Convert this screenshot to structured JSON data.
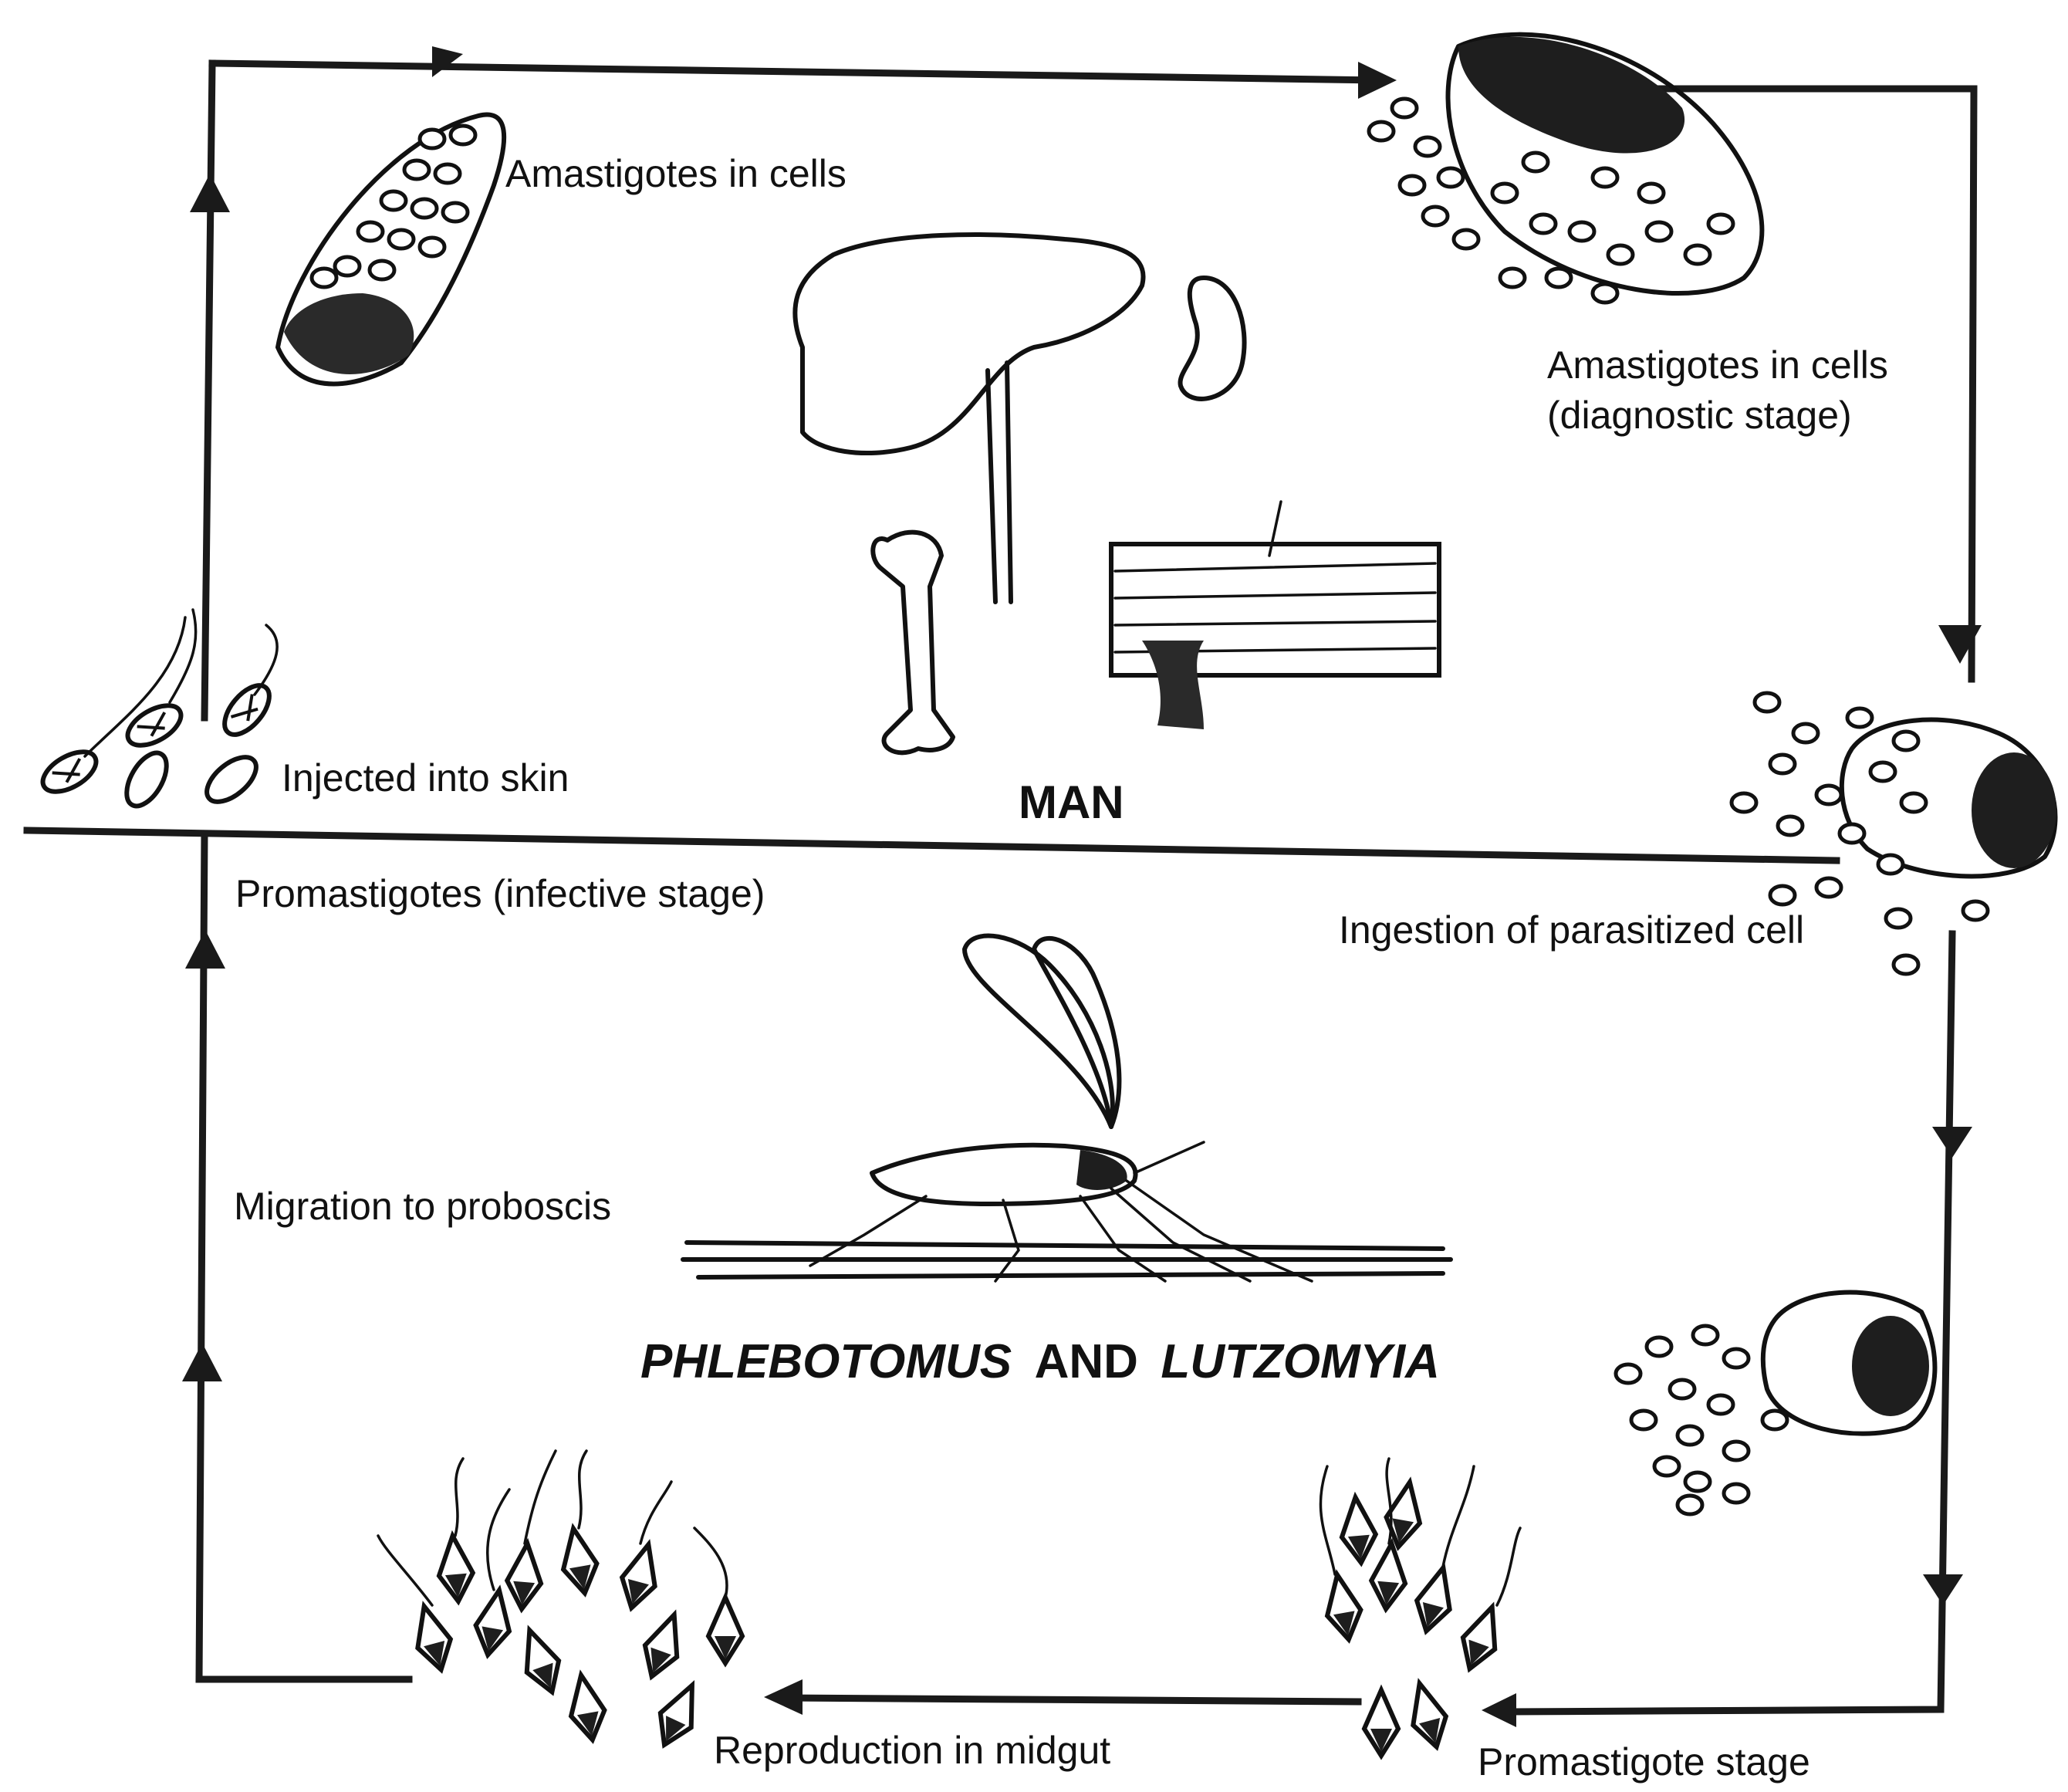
{
  "diagram": {
    "host_label": "MAN",
    "vector_label": {
      "genus1": "PHLEBOTOMUS",
      "conjunction": "AND",
      "genus2": "LUTZOMYIA"
    },
    "stages": {
      "amastigotes_left": "Amastigotes in cells",
      "amastigotes_right_line1": "Amastigotes in cells",
      "amastigotes_right_line2": "(diagnostic stage)",
      "injected": "Injected into skin",
      "promastigotes_infective": "Promastigotes (infective stage)",
      "ingestion": "Ingestion of parasitized cell",
      "migration": "Migration to proboscis",
      "reproduction": "Reproduction in midgut",
      "promastigote_stage": "Promastigote stage"
    }
  }
}
